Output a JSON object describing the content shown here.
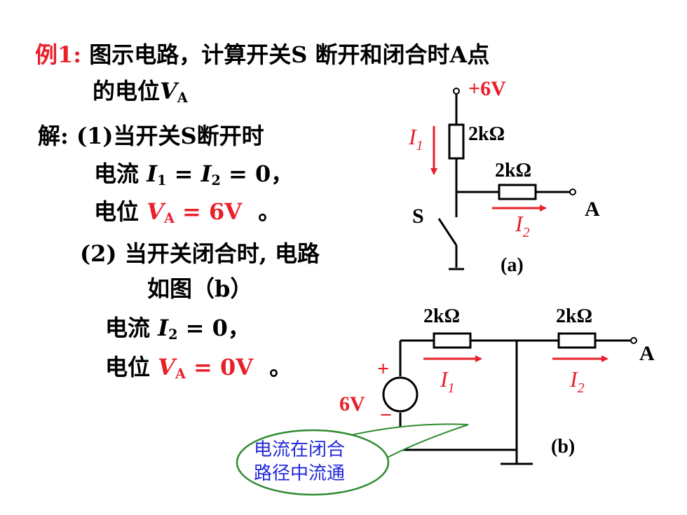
{
  "problem": {
    "label": "例1:",
    "line1": "图示电路，计算开关S 断开和闭合时A点",
    "line2_prefix": "的电位",
    "line2_var": "V",
    "line2_sub": "A"
  },
  "solution": {
    "label": "解:",
    "case1": "(1)当开关S断开时",
    "current1_prefix": "电流",
    "current1_i1": "I",
    "current1_i1_sub": "1",
    "current1_eq1": " = ",
    "current1_i2": "I",
    "current1_i2_sub": "2",
    "current1_tail": " = 0，",
    "potential1_prefix": "电位",
    "potential1_var": "V",
    "potential1_sub": "A",
    "potential1_value": " = 6V",
    "potential1_end": "。",
    "case2_line1": "(2) 当开关闭合时, 电路",
    "case2_line2": "如图（b）",
    "current2_prefix": "电流",
    "current2_var": "I",
    "current2_sub": "2",
    "current2_tail": " = 0，",
    "potential2_prefix": "电位",
    "potential2_var": "V",
    "potential2_sub": "A",
    "potential2_value": " = 0V",
    "potential2_end": "。"
  },
  "circuit_a": {
    "supply": "+6V",
    "r1": "2kΩ",
    "r2": "2kΩ",
    "i1": "I",
    "i1_sub": "1",
    "i2": "I",
    "i2_sub": "2",
    "switch": "S",
    "node": "A",
    "caption": "(a)"
  },
  "circuit_b": {
    "r1": "2kΩ",
    "r2": "2kΩ",
    "i1": "I",
    "i1_sub": "1",
    "i2": "I",
    "i2_sub": "2",
    "plus": "+",
    "minus": "−",
    "source": "6V",
    "node": "A",
    "caption": "(b)"
  },
  "callout": {
    "line1": "电流在闭合",
    "line2": "路径中流通"
  },
  "colors": {
    "accent": "#e8202a",
    "callout_text": "#1f28d8",
    "callout_border": "#2e8b2e"
  }
}
